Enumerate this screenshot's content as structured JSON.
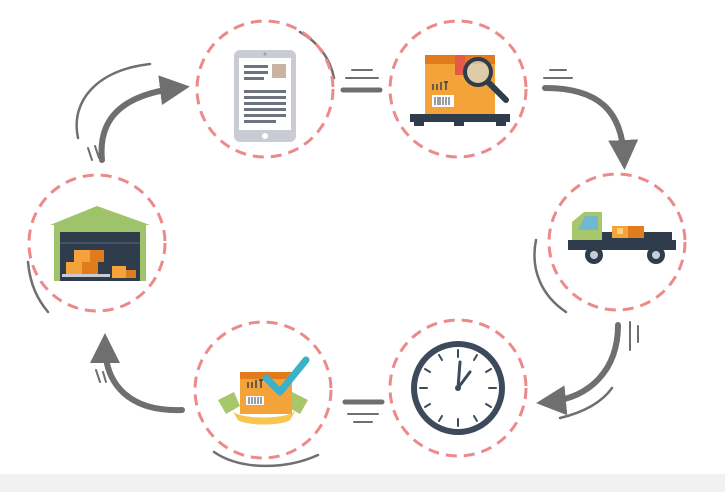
{
  "diagram": {
    "type": "logistics-cycle",
    "steps": [
      {
        "id": "order-document",
        "icon": "tablet-document-icon"
      },
      {
        "id": "package-inspection",
        "icon": "box-magnifier-icon"
      },
      {
        "id": "truck-delivery",
        "icon": "delivery-truck-icon"
      },
      {
        "id": "delivery-time",
        "icon": "clock-icon"
      },
      {
        "id": "package-received",
        "icon": "box-checkmark-icon"
      },
      {
        "id": "warehouse-storage",
        "icon": "warehouse-icon"
      }
    ],
    "flow": "clockwise"
  },
  "colors": {
    "circle_dash": "#ec8a8a",
    "arrow": "#6f6f6f",
    "box_orange": "#f4a23a",
    "box_dark_orange": "#e07b1e",
    "truck_green": "#a8c76a",
    "tablet_gray": "#c9cdd3",
    "check_teal": "#3bb2c8",
    "clock_dark": "#3d4a5b",
    "warehouse_green": "#9ec36a",
    "warehouse_dark": "#2f3c4c",
    "bottom_band": "#f1f1f1"
  }
}
